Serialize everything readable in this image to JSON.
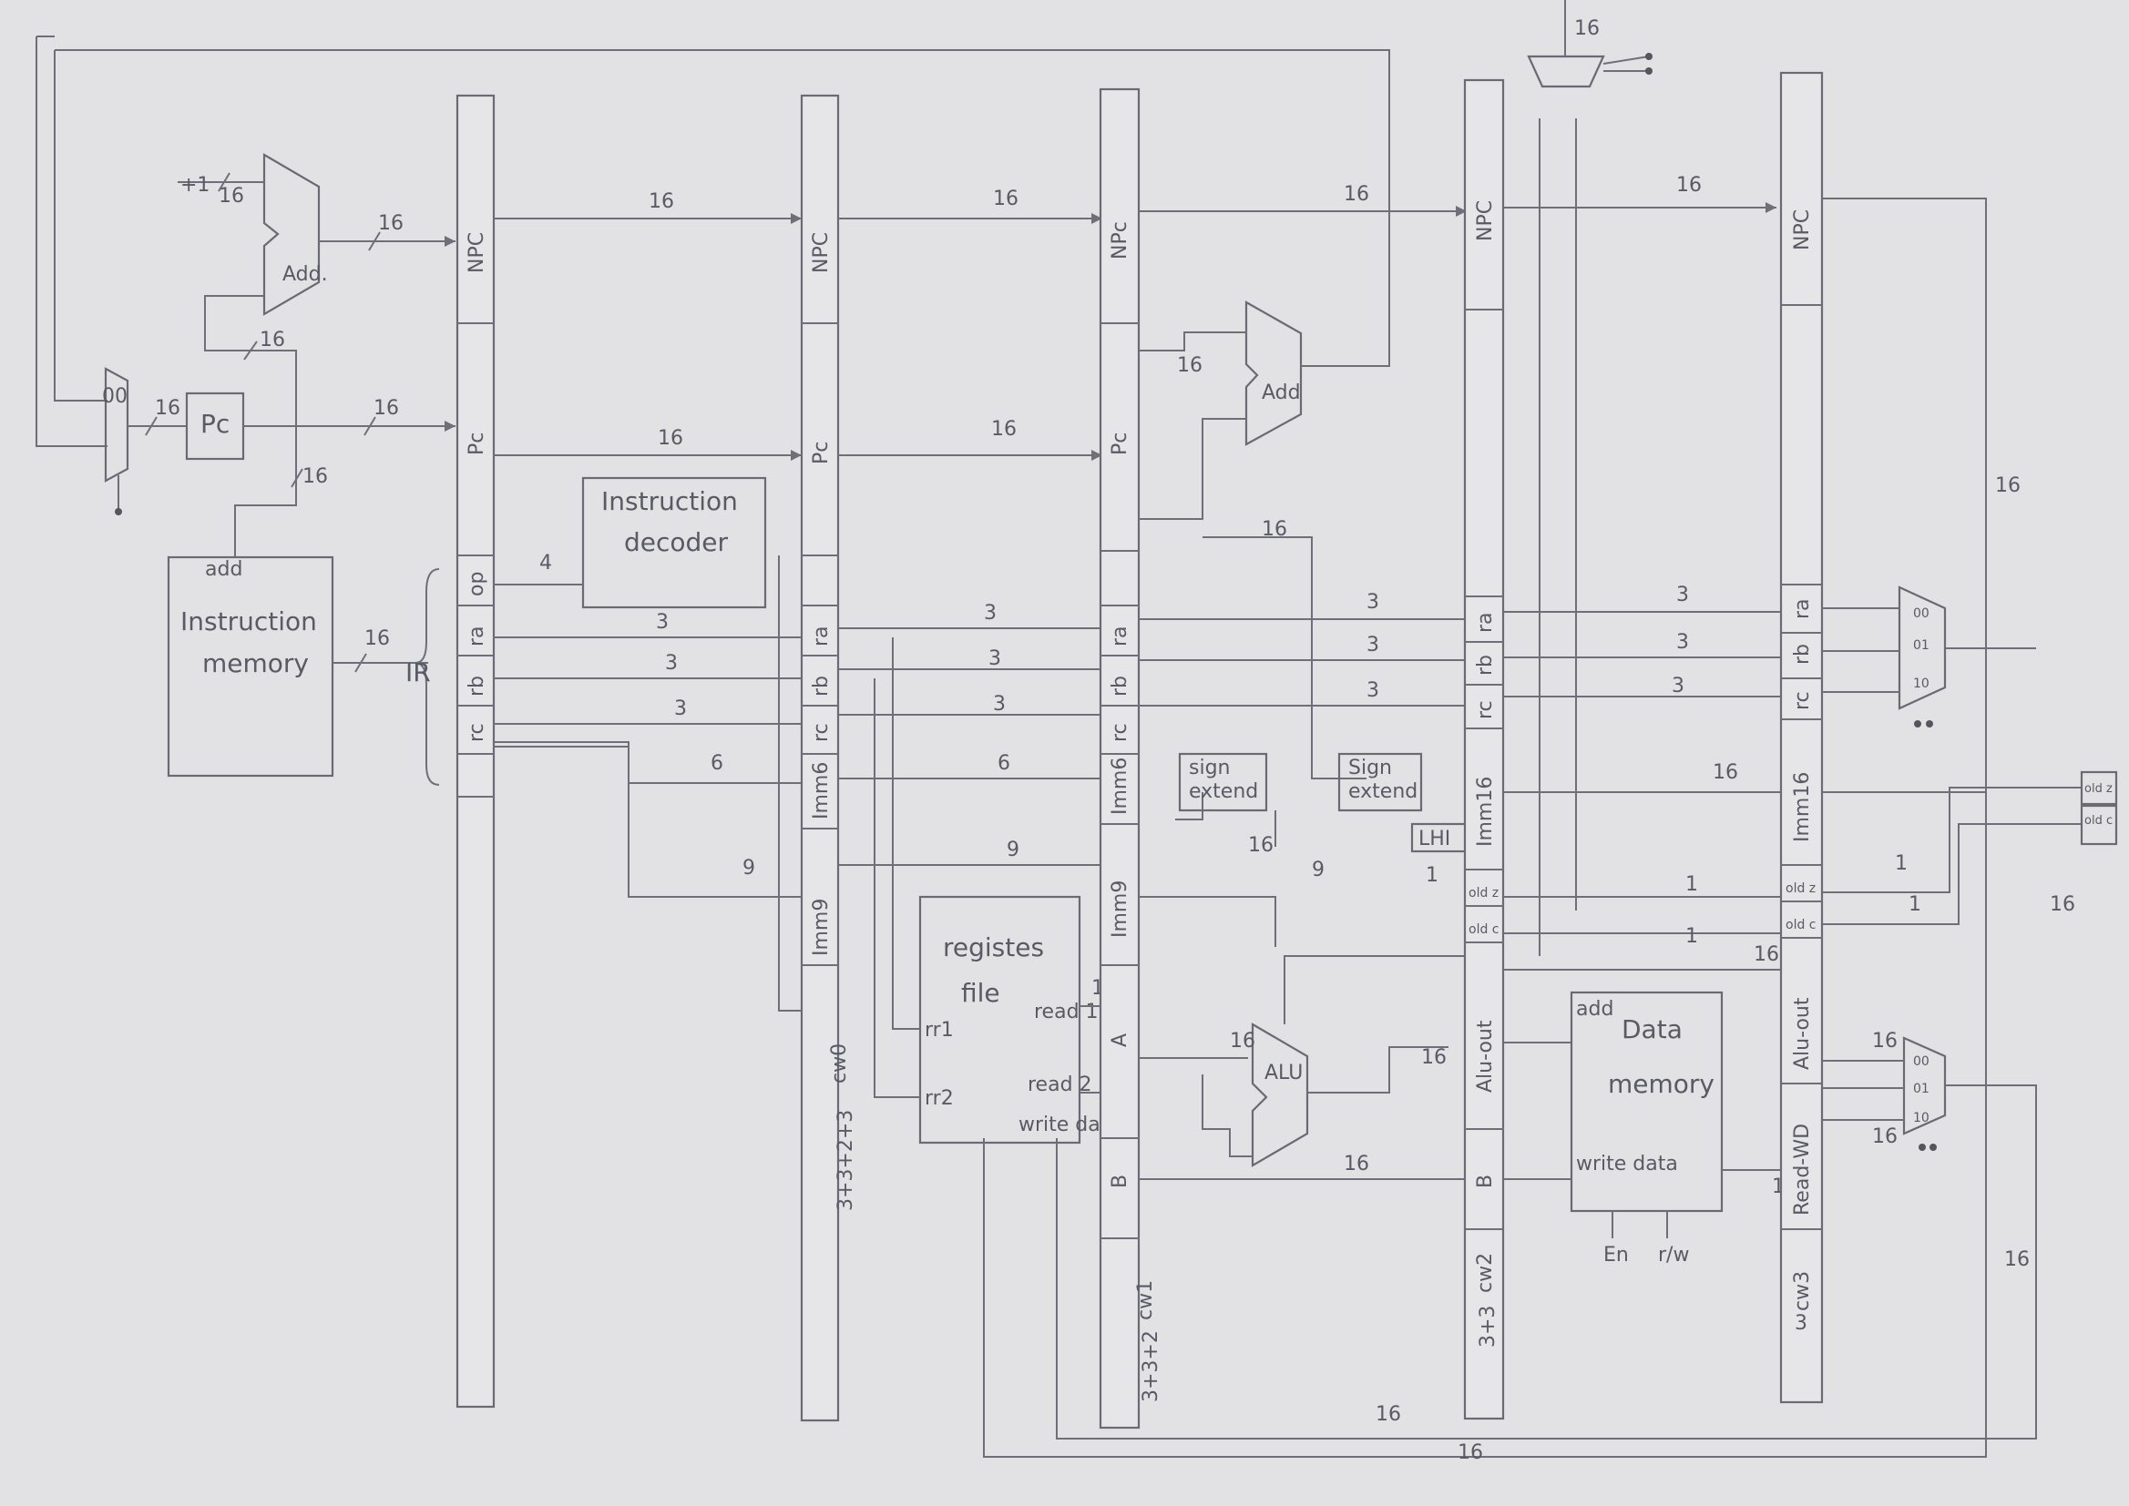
{
  "blocks": {
    "add1": "Add.",
    "add2": "Add",
    "pc": "Pc",
    "decoder": [
      "Instruction",
      "decoder"
    ],
    "imem": [
      "add",
      "Instruction",
      "memory"
    ],
    "regfile": [
      "registes",
      "file"
    ],
    "sign_ext1": [
      "sign",
      "extend"
    ],
    "sign_ext2": [
      "Sign",
      "extend"
    ],
    "lhi": "LHI",
    "alu": "ALU",
    "dmem": [
      "Data",
      "memory"
    ]
  },
  "ir_label": "IR",
  "ports": {
    "rr1": "rr1",
    "rr2": "rr2",
    "read1": "read 1",
    "read2": "read 2",
    "write_data": "write data",
    "add": "add",
    "write_data_dm": "write data",
    "en": "En",
    "rw": "r/w",
    "plus_one": "+1"
  },
  "ir_fields": [
    "op",
    "ra",
    "rb",
    "rc",
    ""
  ],
  "stage1": [
    "",
    "Pc",
    "",
    "ra",
    "rb",
    "rc",
    "Imm6",
    "Imm9",
    "cw0",
    "3+3+2+3"
  ],
  "stage2": [
    "NPc",
    "Pc",
    "",
    "ra",
    "rb",
    "rc",
    "Imm6",
    "Imm9",
    "A",
    "B",
    "cw1",
    "3+3+2"
  ],
  "stage3": [
    "NPC",
    "ra",
    "rb",
    "rc",
    "Imm16",
    "old z",
    "old c",
    "Alu-out",
    "B",
    "cw2",
    "3+3"
  ],
  "stage4": [
    "NPC",
    "ra",
    "rb",
    "rc",
    "Imm16",
    "old z",
    "old c",
    "Alu-out",
    "Read-WD",
    "cw3",
    "3"
  ],
  "npc_top": "NPC",
  "flags": [
    "old z",
    "old c"
  ],
  "widths": [
    "16",
    "4",
    "3",
    "6",
    "9",
    "1"
  ],
  "mux_sel": [
    "00",
    "01",
    "10"
  ]
}
